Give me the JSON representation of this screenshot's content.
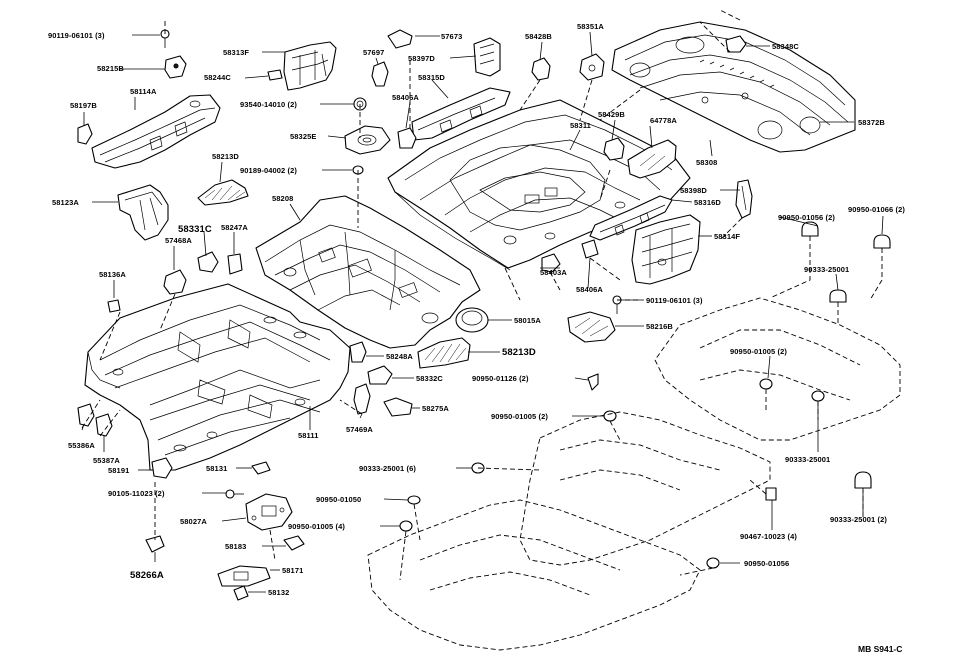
{
  "diagram_id": "MB S941-C",
  "labels": {
    "p1": "90119-06101 (3)",
    "p2": "58215B",
    "p3": "58197B",
    "p4": "58114A",
    "p5": "58313F",
    "p6": "58244C",
    "p7": "57697",
    "p8": "57673",
    "p9": "58397D",
    "p10": "58428B",
    "p11": "58351A",
    "p12": "58348C",
    "p13": "93540-14010 (2)",
    "p14": "58315D",
    "p15": "58406A",
    "p16": "58325E",
    "p17": "58311",
    "p18": "58429B",
    "p19": "64778A",
    "p20": "58372B",
    "p21": "90189-04002 (2)",
    "p22": "58213D",
    "p23": "58308",
    "p24": "58123A",
    "p25": "58208",
    "p26": "58398D",
    "p27": "90950-01056 (2)",
    "p28": "90950-01066 (2)",
    "p29": "58316D",
    "p30": "58331C",
    "p31": "58247A",
    "p32": "57468A",
    "p33": "58314F",
    "p34": "58403A",
    "p35": "58136A",
    "p36": "58406A",
    "p37": "90333-25001",
    "p38": "90119-06101 (3)",
    "p39": "58015A",
    "p40": "58216B",
    "p41": "58248A",
    "p42": "58213D",
    "p43": "90950-01005 (2)",
    "p44": "58332C",
    "p45": "90950-01126 (2)",
    "p46": "58275A",
    "p47": "55386A",
    "p48": "57469A",
    "p49": "90950-01005 (2)",
    "p50": "58111",
    "p51": "55387A",
    "p52": "58191",
    "p53": "58131",
    "p54": "90333-25001",
    "p55": "90333-25001 (6)",
    "p56": "90105-11023 (2)",
    "p57": "90950-01050",
    "p58": "58027A",
    "p59": "90950-01005 (4)",
    "p60": "90467-10023 (4)",
    "p61": "90333-25001 (2)",
    "p62": "58183",
    "p63": "58266A",
    "p64": "58171",
    "p65": "90950-01056",
    "p66": "58132"
  }
}
